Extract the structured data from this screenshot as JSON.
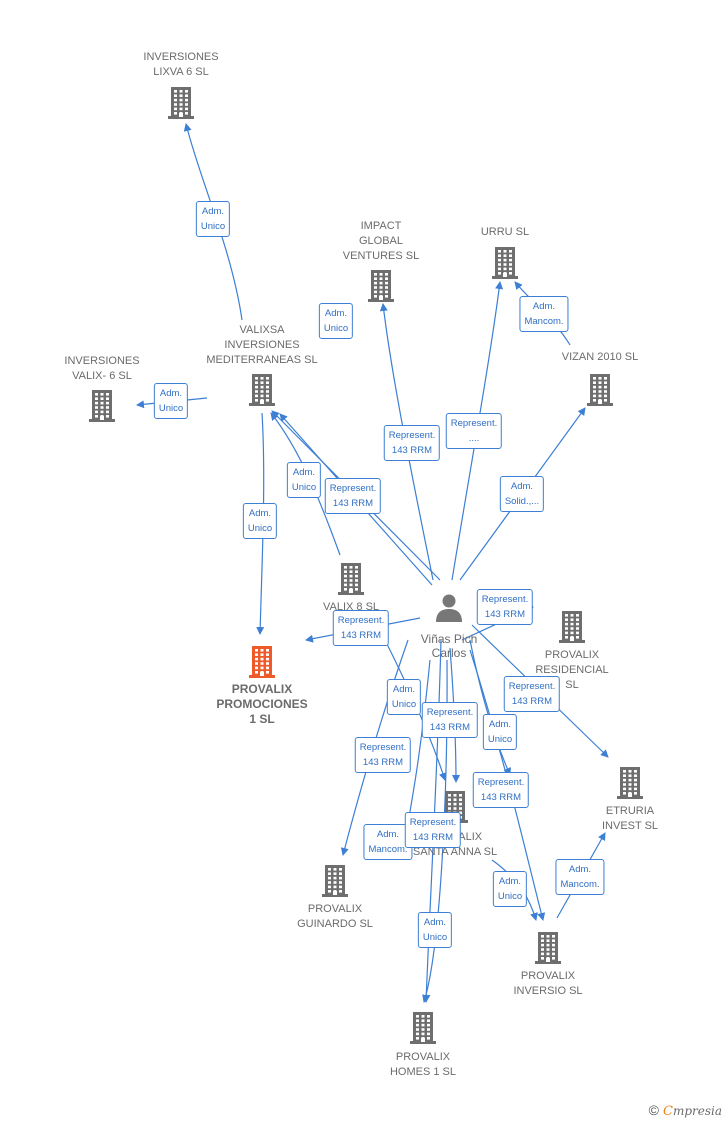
{
  "colors": {
    "edge": "#3d7fd4",
    "building": "#6e6e6e",
    "building_main": "#ef5a2a",
    "person": "#777777"
  },
  "nodes": [
    {
      "id": "lixva6",
      "label": "INVERSIONES\nLIXVA 6  SL",
      "type": "company"
    },
    {
      "id": "impact",
      "label": "IMPACT\nGLOBAL\nVENTURES  SL",
      "type": "company"
    },
    {
      "id": "urru",
      "label": "URRU SL",
      "type": "company"
    },
    {
      "id": "valixsa",
      "label": "VALIXSA\nINVERSIONES\nMEDITERRANEAS SL",
      "type": "company"
    },
    {
      "id": "valix6",
      "label": "INVERSIONES\nVALIX- 6  SL",
      "type": "company"
    },
    {
      "id": "vizan",
      "label": "VIZAN 2010 SL",
      "type": "company"
    },
    {
      "id": "valix8",
      "label": "VALIX 8  SL",
      "type": "company"
    },
    {
      "id": "promociones",
      "label": "PROVALIX\nPROMOCIONES\n1  SL",
      "type": "main"
    },
    {
      "id": "person",
      "label": "Viñas Pich\nCarlos",
      "type": "person"
    },
    {
      "id": "residencial",
      "label": "PROVALIX\nRESIDENCIAL\nSL",
      "type": "company"
    },
    {
      "id": "etruria",
      "label": "ETRURIA\nINVEST  SL",
      "type": "company"
    },
    {
      "id": "santaanna",
      "label": "PROVALIX\nSANTA ANNA SL",
      "type": "company"
    },
    {
      "id": "guinardo",
      "label": "PROVALIX\nGUINARDO  SL",
      "type": "company"
    },
    {
      "id": "inversio",
      "label": "PROVALIX\nINVERSIO  SL",
      "type": "company"
    },
    {
      "id": "homes",
      "label": "PROVALIX\nHOMES 1  SL",
      "type": "company"
    }
  ],
  "edge_labels": [
    "Adm.\nUnico",
    "Adm.\nUnico",
    "Adm.\nMancom.",
    "Adm.\nUnico",
    "Represent.\n143 RRM",
    "Represent.\n....",
    "Adm.\nUnico",
    "Represent.\n143 RRM",
    "Adm.\nUnico",
    "Adm.\nSolid.,...",
    "Represent.\n143 RRM",
    "Represent.\n143 RRM",
    "Adm.\nUnico",
    "Represent.\n143 RRM",
    "Represent.\n143 RRM",
    "Adm.\nUnico",
    "Represent.\n143 RRM",
    "Represent.\n143 RRM",
    "Adm.\nMancom.",
    "Represent.\n143 RRM",
    "Adm.\nMancom.",
    "Adm.\nUnico",
    "Adm.\nUnico"
  ],
  "brand": {
    "copyright": "©",
    "e": "C",
    "rest": "mpresia"
  }
}
